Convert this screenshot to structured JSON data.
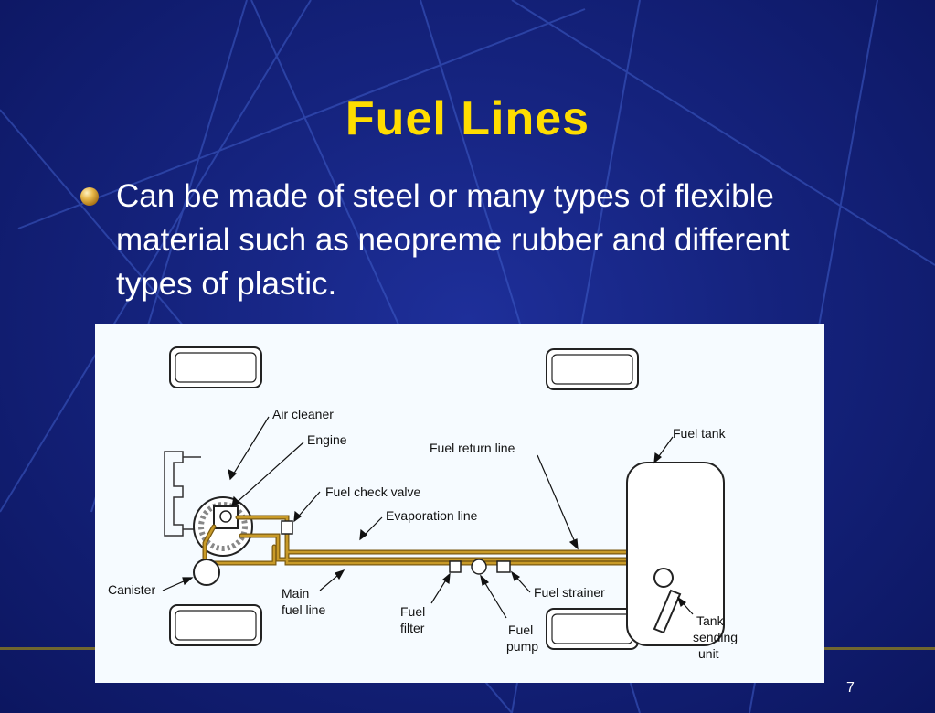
{
  "slide": {
    "title": "Fuel Lines",
    "bullet": "Can be made of steel or many types of flexible material such as neopreme rubber and different types of plastic.",
    "page_number": "7"
  },
  "diagram": {
    "labels": {
      "air_cleaner": "Air cleaner",
      "engine": "Engine",
      "fuel_check_valve": "Fuel check valve",
      "evaporation_line": "Evaporation line",
      "fuel_return_line": "Fuel return line",
      "fuel_tank": "Fuel tank",
      "canister": "Canister",
      "main_fuel_line_1": "Main",
      "main_fuel_line_2": "fuel line",
      "fuel_filter_1": "Fuel",
      "fuel_filter_2": "filter",
      "fuel_pump_1": "Fuel",
      "fuel_pump_2": "pump",
      "fuel_strainer": "Fuel  strainer",
      "tank_sending_1": "Tank",
      "tank_sending_2": "sending",
      "tank_sending_3": "unit"
    }
  },
  "colors": {
    "title": "#ffdd00",
    "text": "#ffffff",
    "background": "#15237e",
    "fuel_line": "#c89a28"
  }
}
